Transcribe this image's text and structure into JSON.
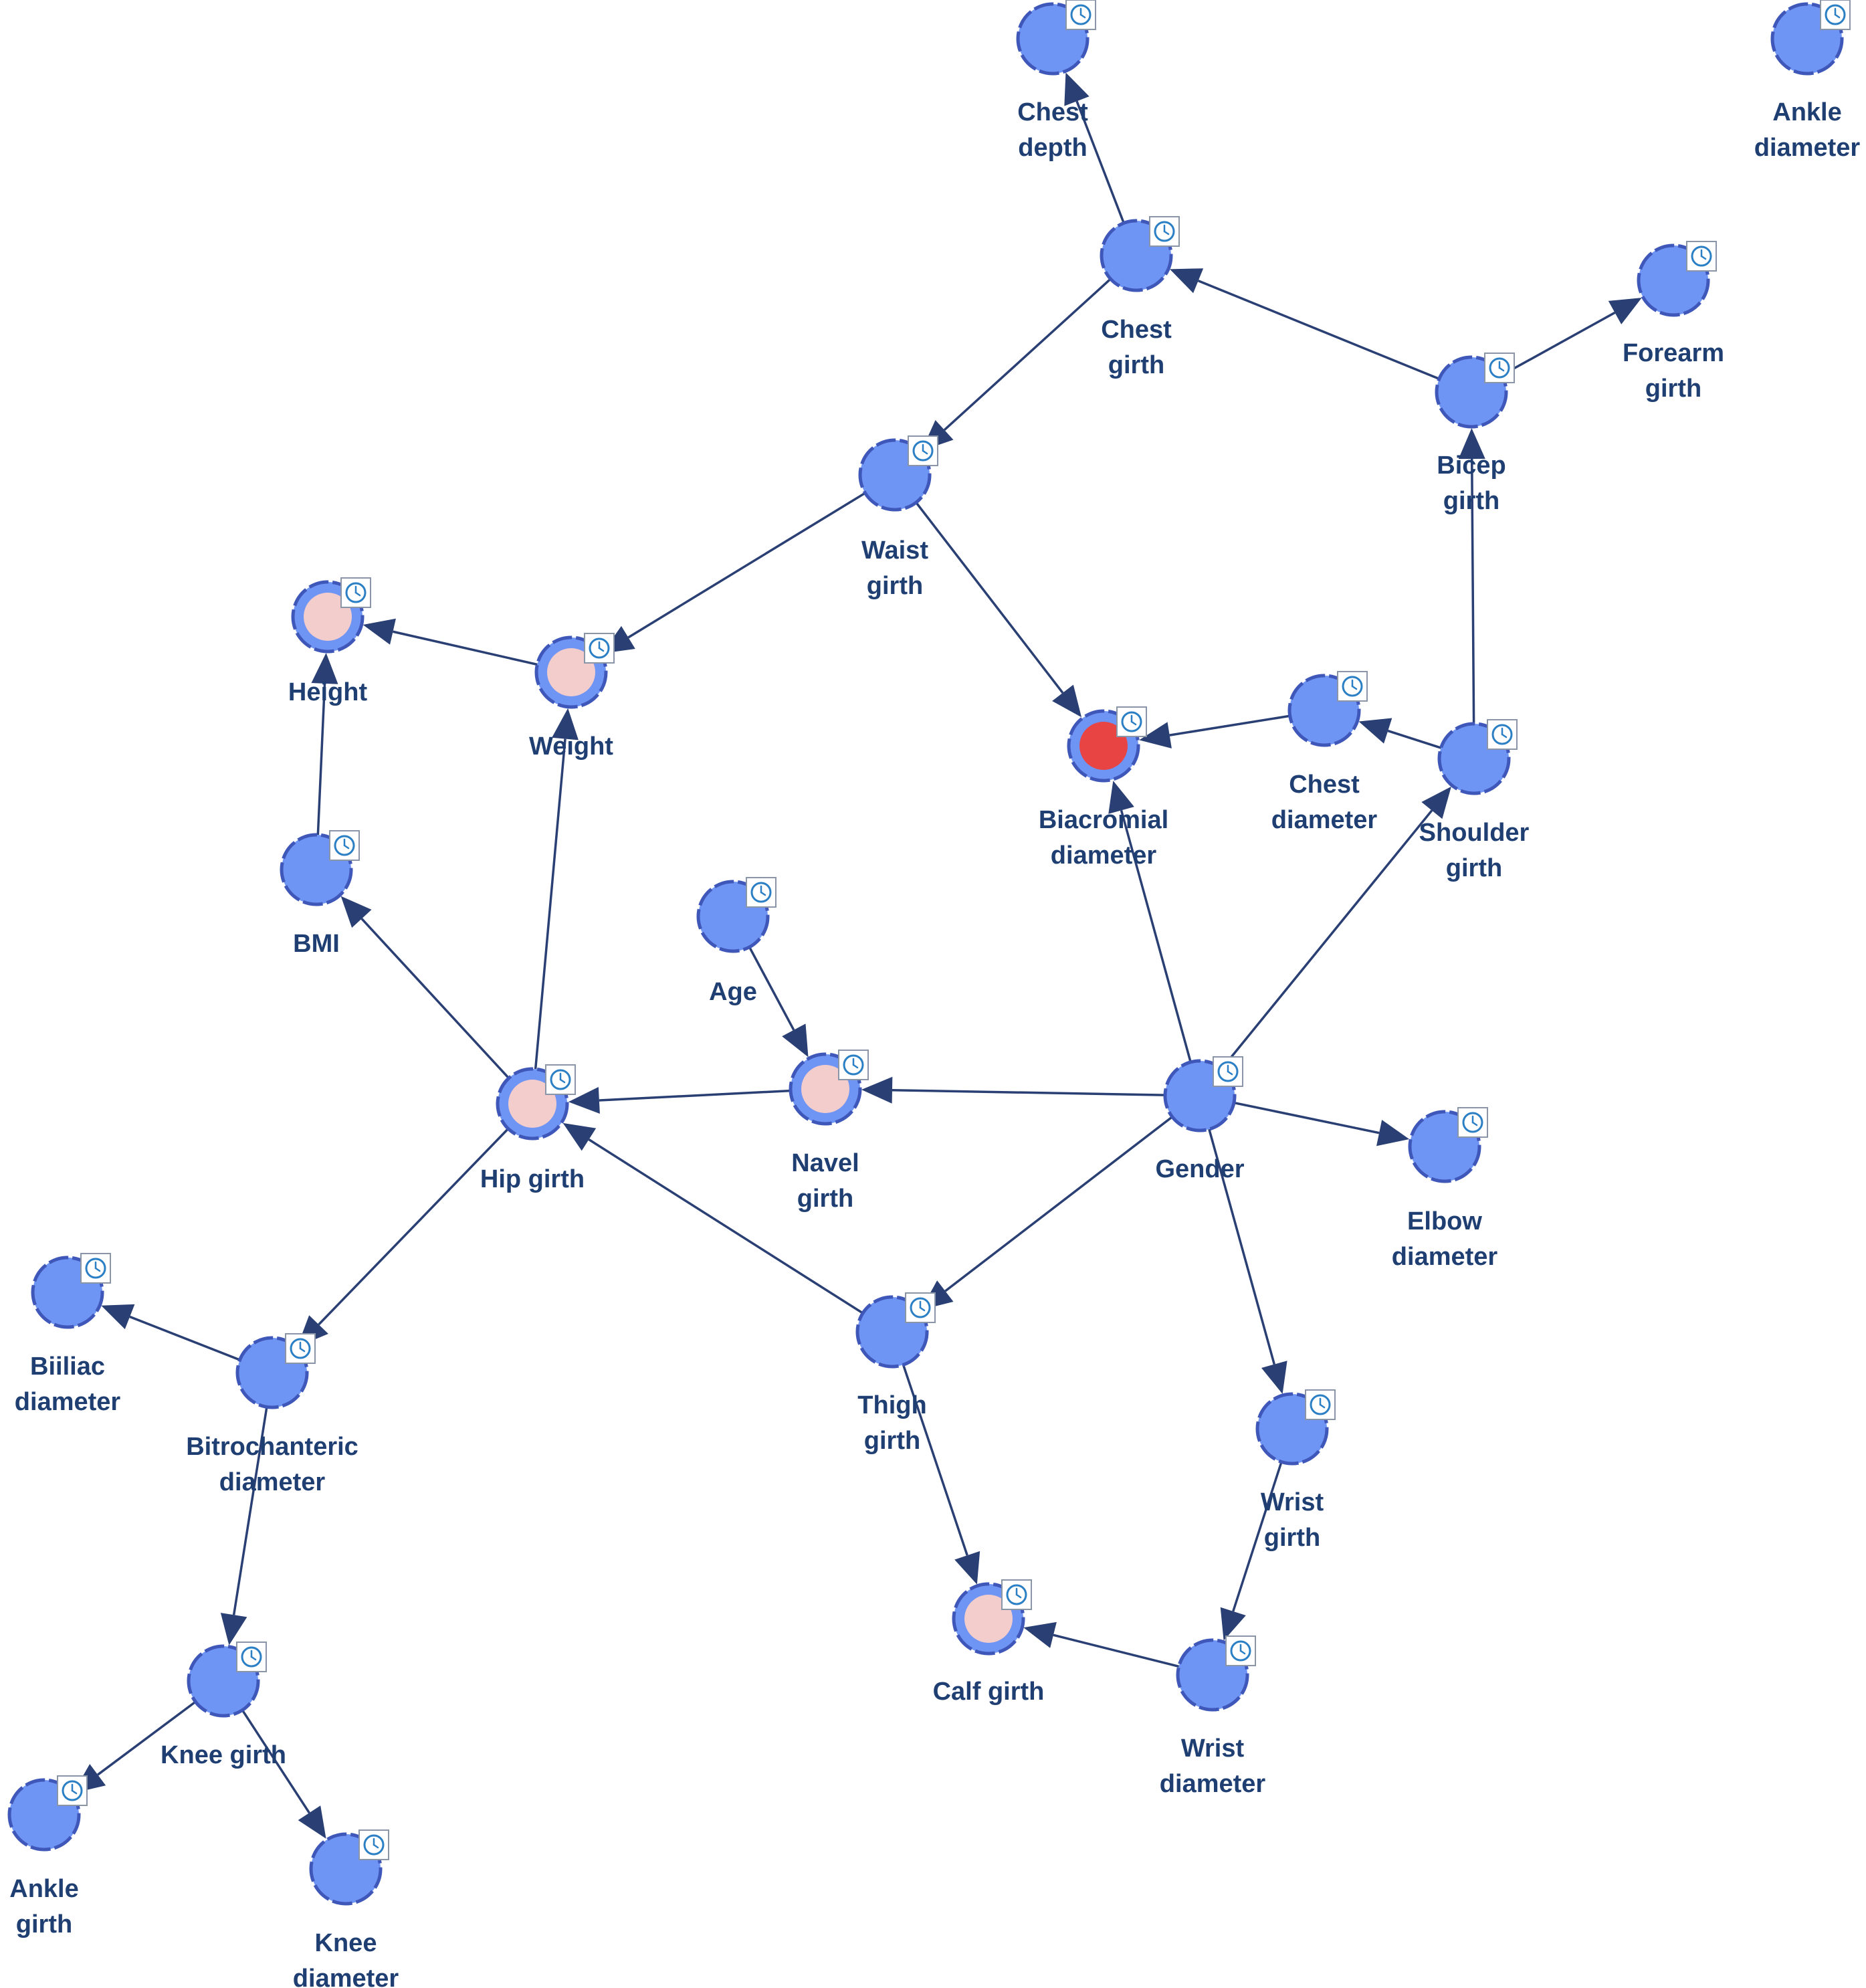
{
  "colors": {
    "node_fill": "#6e94f4",
    "node_ring": "#3e57b8",
    "highlight_inner": "#f3cccc",
    "target_inner": "#e84444",
    "edge": "#2a3f73",
    "label": "#1f3f73"
  },
  "icons": {
    "node_badge": "clock-icon"
  },
  "nodes": [
    {
      "id": "chest-depth",
      "label": [
        "Chest",
        "depth"
      ],
      "state": "normal"
    },
    {
      "id": "ankle-diameter",
      "label": [
        "Ankle",
        "diameter"
      ],
      "state": "normal"
    },
    {
      "id": "chest-girth",
      "label": [
        "Chest",
        "girth"
      ],
      "state": "normal"
    },
    {
      "id": "forearm-girth",
      "label": [
        "Forearm",
        "girth"
      ],
      "state": "normal"
    },
    {
      "id": "bicep-girth",
      "label": [
        "Bicep",
        "girth"
      ],
      "state": "normal"
    },
    {
      "id": "waist-girth",
      "label": [
        "Waist",
        "girth"
      ],
      "state": "normal"
    },
    {
      "id": "height",
      "label": [
        "Height"
      ],
      "state": "highlight"
    },
    {
      "id": "weight",
      "label": [
        "Weight"
      ],
      "state": "highlight"
    },
    {
      "id": "biacromial-diameter",
      "label": [
        "Biacromial",
        "diameter"
      ],
      "state": "target"
    },
    {
      "id": "chest-diameter",
      "label": [
        "Chest",
        "diameter"
      ],
      "state": "normal"
    },
    {
      "id": "shoulder-girth",
      "label": [
        "Shoulder",
        "girth"
      ],
      "state": "normal"
    },
    {
      "id": "bmi",
      "label": [
        "BMI"
      ],
      "state": "normal"
    },
    {
      "id": "age",
      "label": [
        "Age"
      ],
      "state": "normal"
    },
    {
      "id": "hip-girth",
      "label": [
        "Hip girth"
      ],
      "state": "highlight"
    },
    {
      "id": "navel-girth",
      "label": [
        "Navel",
        "girth"
      ],
      "state": "highlight"
    },
    {
      "id": "gender",
      "label": [
        "Gender"
      ],
      "state": "normal"
    },
    {
      "id": "elbow-diameter",
      "label": [
        "Elbow",
        "diameter"
      ],
      "state": "normal"
    },
    {
      "id": "biiliac-diameter",
      "label": [
        "Biiliac",
        "diameter"
      ],
      "state": "normal"
    },
    {
      "id": "bitrochanteric-diameter",
      "label": [
        "Bitrochanteric",
        "diameter"
      ],
      "state": "normal"
    },
    {
      "id": "thigh-girth",
      "label": [
        "Thigh",
        "girth"
      ],
      "state": "normal"
    },
    {
      "id": "wrist-girth",
      "label": [
        "Wrist",
        "girth"
      ],
      "state": "normal"
    },
    {
      "id": "knee-girth",
      "label": [
        "Knee girth"
      ],
      "state": "normal"
    },
    {
      "id": "calf-girth",
      "label": [
        "Calf girth"
      ],
      "state": "highlight"
    },
    {
      "id": "wrist-diameter",
      "label": [
        "Wrist",
        "diameter"
      ],
      "state": "normal"
    },
    {
      "id": "ankle-girth",
      "label": [
        "Ankle",
        "girth"
      ],
      "state": "normal"
    },
    {
      "id": "knee-diameter",
      "label": [
        "Knee",
        "diameter"
      ],
      "state": "normal"
    }
  ],
  "edges": [
    {
      "from": "chest-girth",
      "to": "chest-depth"
    },
    {
      "from": "bicep-girth",
      "to": "chest-girth"
    },
    {
      "from": "bicep-girth",
      "to": "forearm-girth"
    },
    {
      "from": "chest-girth",
      "to": "waist-girth"
    },
    {
      "from": "shoulder-girth",
      "to": "bicep-girth"
    },
    {
      "from": "waist-girth",
      "to": "weight"
    },
    {
      "from": "waist-girth",
      "to": "biacromial-diameter"
    },
    {
      "from": "weight",
      "to": "height"
    },
    {
      "from": "chest-diameter",
      "to": "biacromial-diameter"
    },
    {
      "from": "shoulder-girth",
      "to": "chest-diameter"
    },
    {
      "from": "bmi",
      "to": "height"
    },
    {
      "from": "hip-girth",
      "to": "weight"
    },
    {
      "from": "hip-girth",
      "to": "bmi"
    },
    {
      "from": "gender",
      "to": "biacromial-diameter"
    },
    {
      "from": "gender",
      "to": "shoulder-girth"
    },
    {
      "from": "age",
      "to": "navel-girth"
    },
    {
      "from": "navel-girth",
      "to": "hip-girth"
    },
    {
      "from": "gender",
      "to": "navel-girth"
    },
    {
      "from": "gender",
      "to": "elbow-diameter"
    },
    {
      "from": "gender",
      "to": "thigh-girth"
    },
    {
      "from": "gender",
      "to": "wrist-girth"
    },
    {
      "from": "thigh-girth",
      "to": "hip-girth"
    },
    {
      "from": "hip-girth",
      "to": "bitrochanteric-diameter"
    },
    {
      "from": "bitrochanteric-diameter",
      "to": "biiliac-diameter"
    },
    {
      "from": "bitrochanteric-diameter",
      "to": "knee-girth"
    },
    {
      "from": "thigh-girth",
      "to": "calf-girth"
    },
    {
      "from": "wrist-girth",
      "to": "wrist-diameter"
    },
    {
      "from": "wrist-diameter",
      "to": "calf-girth"
    },
    {
      "from": "knee-girth",
      "to": "ankle-girth"
    },
    {
      "from": "knee-girth",
      "to": "knee-diameter"
    }
  ]
}
